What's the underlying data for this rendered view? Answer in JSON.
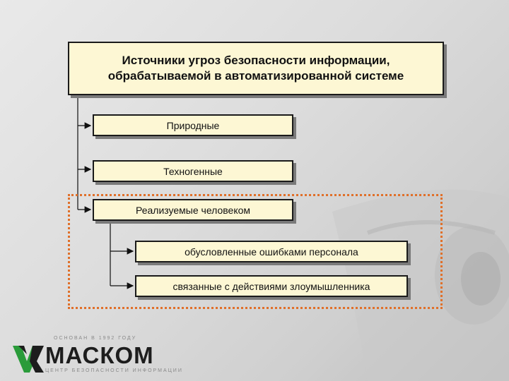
{
  "diagram": {
    "title_line1": "Источники угроз безопасности информации,",
    "title_line2": "обрабатываемой в автоматизированной системе",
    "items": [
      {
        "label": "Природные"
      },
      {
        "label": "Техногенные"
      },
      {
        "label": "Реализуемые человеком"
      }
    ],
    "subitems": [
      {
        "label": "обусловленные ошибками персонала"
      },
      {
        "label": "связанные с действиями злоумышленника"
      }
    ],
    "highlight_color": "#e0702a",
    "box_fill": "#fdf7d4"
  },
  "logo": {
    "name": "МАСКОМ",
    "top_text": "ОСНОВАН В 1992 ГОДУ",
    "subtitle": "ЦЕНТР БЕЗОПАСНОСТИ ИНФОРМАЦИИ",
    "mark_color": "#2a9b3a"
  }
}
